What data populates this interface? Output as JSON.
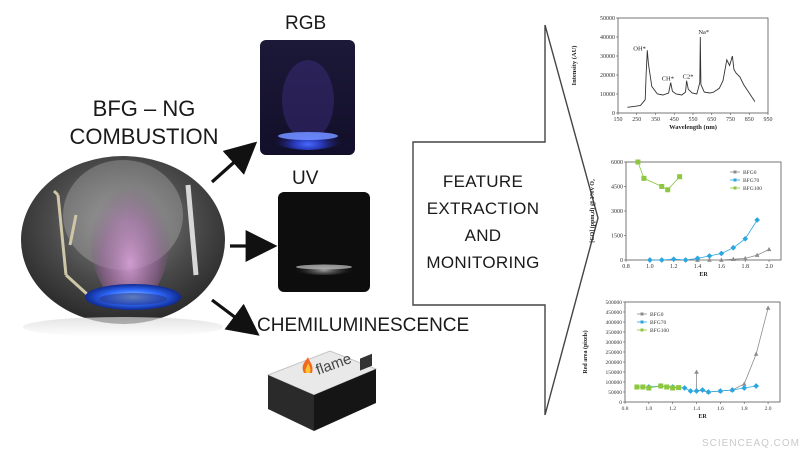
{
  "left": {
    "title_line1": "BFG – NG",
    "title_line2": "COMBUSTION"
  },
  "cameras": {
    "rgb": "RGB",
    "uv": "UV",
    "chem": "CHEMILUMINESCENCE"
  },
  "spectrometer": {
    "brand": "flame"
  },
  "middle": {
    "line1": "FEATURE",
    "line2": "EXTRACTION",
    "line3": "AND",
    "line4": "MONITORING"
  },
  "watermark": "SCIENCEAQ.COM",
  "colors": {
    "flame_blue": "#2f5fff",
    "series_bfg0": "#8c8c8c",
    "series_bfg70": "#2aa6e0",
    "series_bfg100": "#8dc63f"
  },
  "chart_data": [
    {
      "type": "line",
      "xlabel": "Wavelength (nm)",
      "ylabel": "Intensity (AU)",
      "xticks": [
        "150",
        "250",
        "350",
        "450",
        "550",
        "650",
        "750",
        "850",
        "950"
      ],
      "yticks": [
        "0",
        "10000",
        "20000",
        "30000",
        "40000",
        "50000"
      ],
      "xlim": [
        150,
        950
      ],
      "ylim": [
        0,
        50000
      ],
      "annotations": [
        "OH*",
        "CH*",
        "C2*",
        "Na*"
      ],
      "x": [
        200,
        240,
        270,
        295,
        300,
        306,
        312,
        330,
        360,
        390,
        420,
        431,
        440,
        460,
        490,
        510,
        516,
        525,
        545,
        570,
        586,
        589,
        592,
        610,
        640,
        660,
        690,
        710,
        730,
        745,
        760,
        768,
        780,
        800,
        820,
        840,
        860,
        880
      ],
      "y": [
        3000,
        3500,
        4000,
        7000,
        20000,
        33000,
        26000,
        14000,
        10000,
        9500,
        10500,
        16000,
        11500,
        10000,
        9500,
        11000,
        17000,
        12500,
        10500,
        10000,
        16000,
        40000,
        15000,
        11000,
        10500,
        11000,
        13000,
        17000,
        28000,
        25000,
        30000,
        23000,
        21000,
        19000,
        15000,
        12000,
        9000,
        6000
      ]
    },
    {
      "type": "line",
      "xlabel": "ER",
      "ylabel": "[CO] (ppm,d) @ 3%v O₂",
      "xticks": [
        "0.8",
        "1.0",
        "1.2",
        "1.4",
        "1.6",
        "1.8",
        "2.0"
      ],
      "yticks": [
        "0",
        "1500",
        "3000",
        "4500",
        "6000"
      ],
      "xlim": [
        0.8,
        2.1
      ],
      "ylim": [
        0,
        6000
      ],
      "legend_position": "top-right",
      "series": [
        {
          "name": "BFG0",
          "x": [
            1.4,
            1.5,
            1.6,
            1.7,
            1.8,
            1.9,
            2.0
          ],
          "y": [
            0,
            0,
            0,
            50,
            100,
            300,
            650
          ]
        },
        {
          "name": "BFG70",
          "x": [
            1.0,
            1.1,
            1.2,
            1.3,
            1.4,
            1.5,
            1.6,
            1.7,
            1.8,
            1.9
          ],
          "y": [
            0,
            0,
            50,
            0,
            100,
            250,
            400,
            750,
            1300,
            2450
          ]
        },
        {
          "name": "BFG100",
          "x": [
            0.9,
            0.95,
            1.1,
            1.15,
            1.25
          ],
          "y": [
            6000,
            5000,
            4500,
            4300,
            5100
          ]
        }
      ]
    },
    {
      "type": "line",
      "xlabel": "ER",
      "ylabel": "Red area (pixels)",
      "xticks": [
        "0.8",
        "1.0",
        "1.2",
        "1.4",
        "1.6",
        "1.8",
        "2.0"
      ],
      "yticks": [
        "0",
        "50000",
        "100000",
        "150000",
        "200000",
        "250000",
        "300000",
        "350000",
        "400000",
        "450000",
        "500000"
      ],
      "xlim": [
        0.8,
        2.1
      ],
      "ylim": [
        0,
        500000
      ],
      "legend_position": "top-left",
      "series": [
        {
          "name": "BFG0",
          "x": [
            1.4,
            1.4,
            1.5,
            1.6,
            1.7,
            1.8,
            1.9,
            2.0
          ],
          "y": [
            150000,
            60000,
            50000,
            55000,
            60000,
            90000,
            240000,
            470000
          ]
        },
        {
          "name": "BFG70",
          "x": [
            1.0,
            1.1,
            1.2,
            1.3,
            1.35,
            1.4,
            1.45,
            1.5,
            1.6,
            1.7,
            1.8,
            1.9
          ],
          "y": [
            75000,
            80000,
            75000,
            70000,
            55000,
            55000,
            60000,
            50000,
            55000,
            60000,
            70000,
            80000
          ]
        },
        {
          "name": "BFG100",
          "x": [
            0.9,
            0.95,
            1.0,
            1.1,
            1.15,
            1.2,
            1.25
          ],
          "y": [
            75000,
            75000,
            70000,
            80000,
            75000,
            70000,
            72000
          ]
        }
      ]
    }
  ]
}
